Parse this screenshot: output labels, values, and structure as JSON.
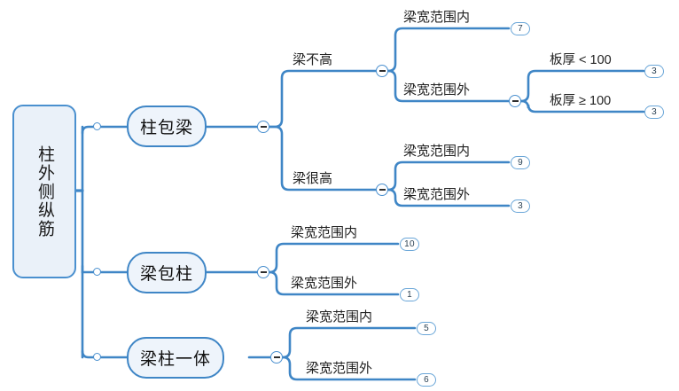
{
  "diagram": {
    "type": "mindmap",
    "title": "柱外侧纵筋",
    "root": {
      "label": "柱外侧纵筋",
      "orientation": "vertical-text"
    },
    "branches": [
      {
        "label": "柱包梁",
        "toggle": "collapse-minus",
        "children": [
          {
            "label": "梁不高",
            "toggle": "collapse-minus",
            "children": [
              {
                "label": "梁宽范围内",
                "badge": "7"
              },
              {
                "label": "梁宽范围外",
                "toggle": "collapse-minus",
                "children": [
                  {
                    "label": "板厚 < 100",
                    "badge": "3"
                  },
                  {
                    "label": "板厚 ≥ 100",
                    "badge": "3"
                  }
                ]
              }
            ]
          },
          {
            "label": "梁很高",
            "toggle": "collapse-minus",
            "children": [
              {
                "label": "梁宽范围内",
                "badge": "9"
              },
              {
                "label": "梁宽范围外",
                "badge": "3"
              }
            ]
          }
        ]
      },
      {
        "label": "梁包柱",
        "toggle": "collapse-minus",
        "children": [
          {
            "label": "梁宽范围内",
            "badge": "10"
          },
          {
            "label": "梁宽范围外",
            "badge": "1"
          }
        ]
      },
      {
        "label": "梁柱一体",
        "toggle": "collapse-minus",
        "children": [
          {
            "label": "梁宽范围内",
            "badge": "5"
          },
          {
            "label": "梁宽范围外",
            "badge": "6"
          }
        ]
      }
    ]
  },
  "colors": {
    "line": "#3f86c6",
    "node_border": "#3f86c6",
    "node_fill": "#eef4fb",
    "root_fill": "#eaf1f9",
    "badge_border": "#6aa6d8",
    "text": "#1a1a1a"
  }
}
